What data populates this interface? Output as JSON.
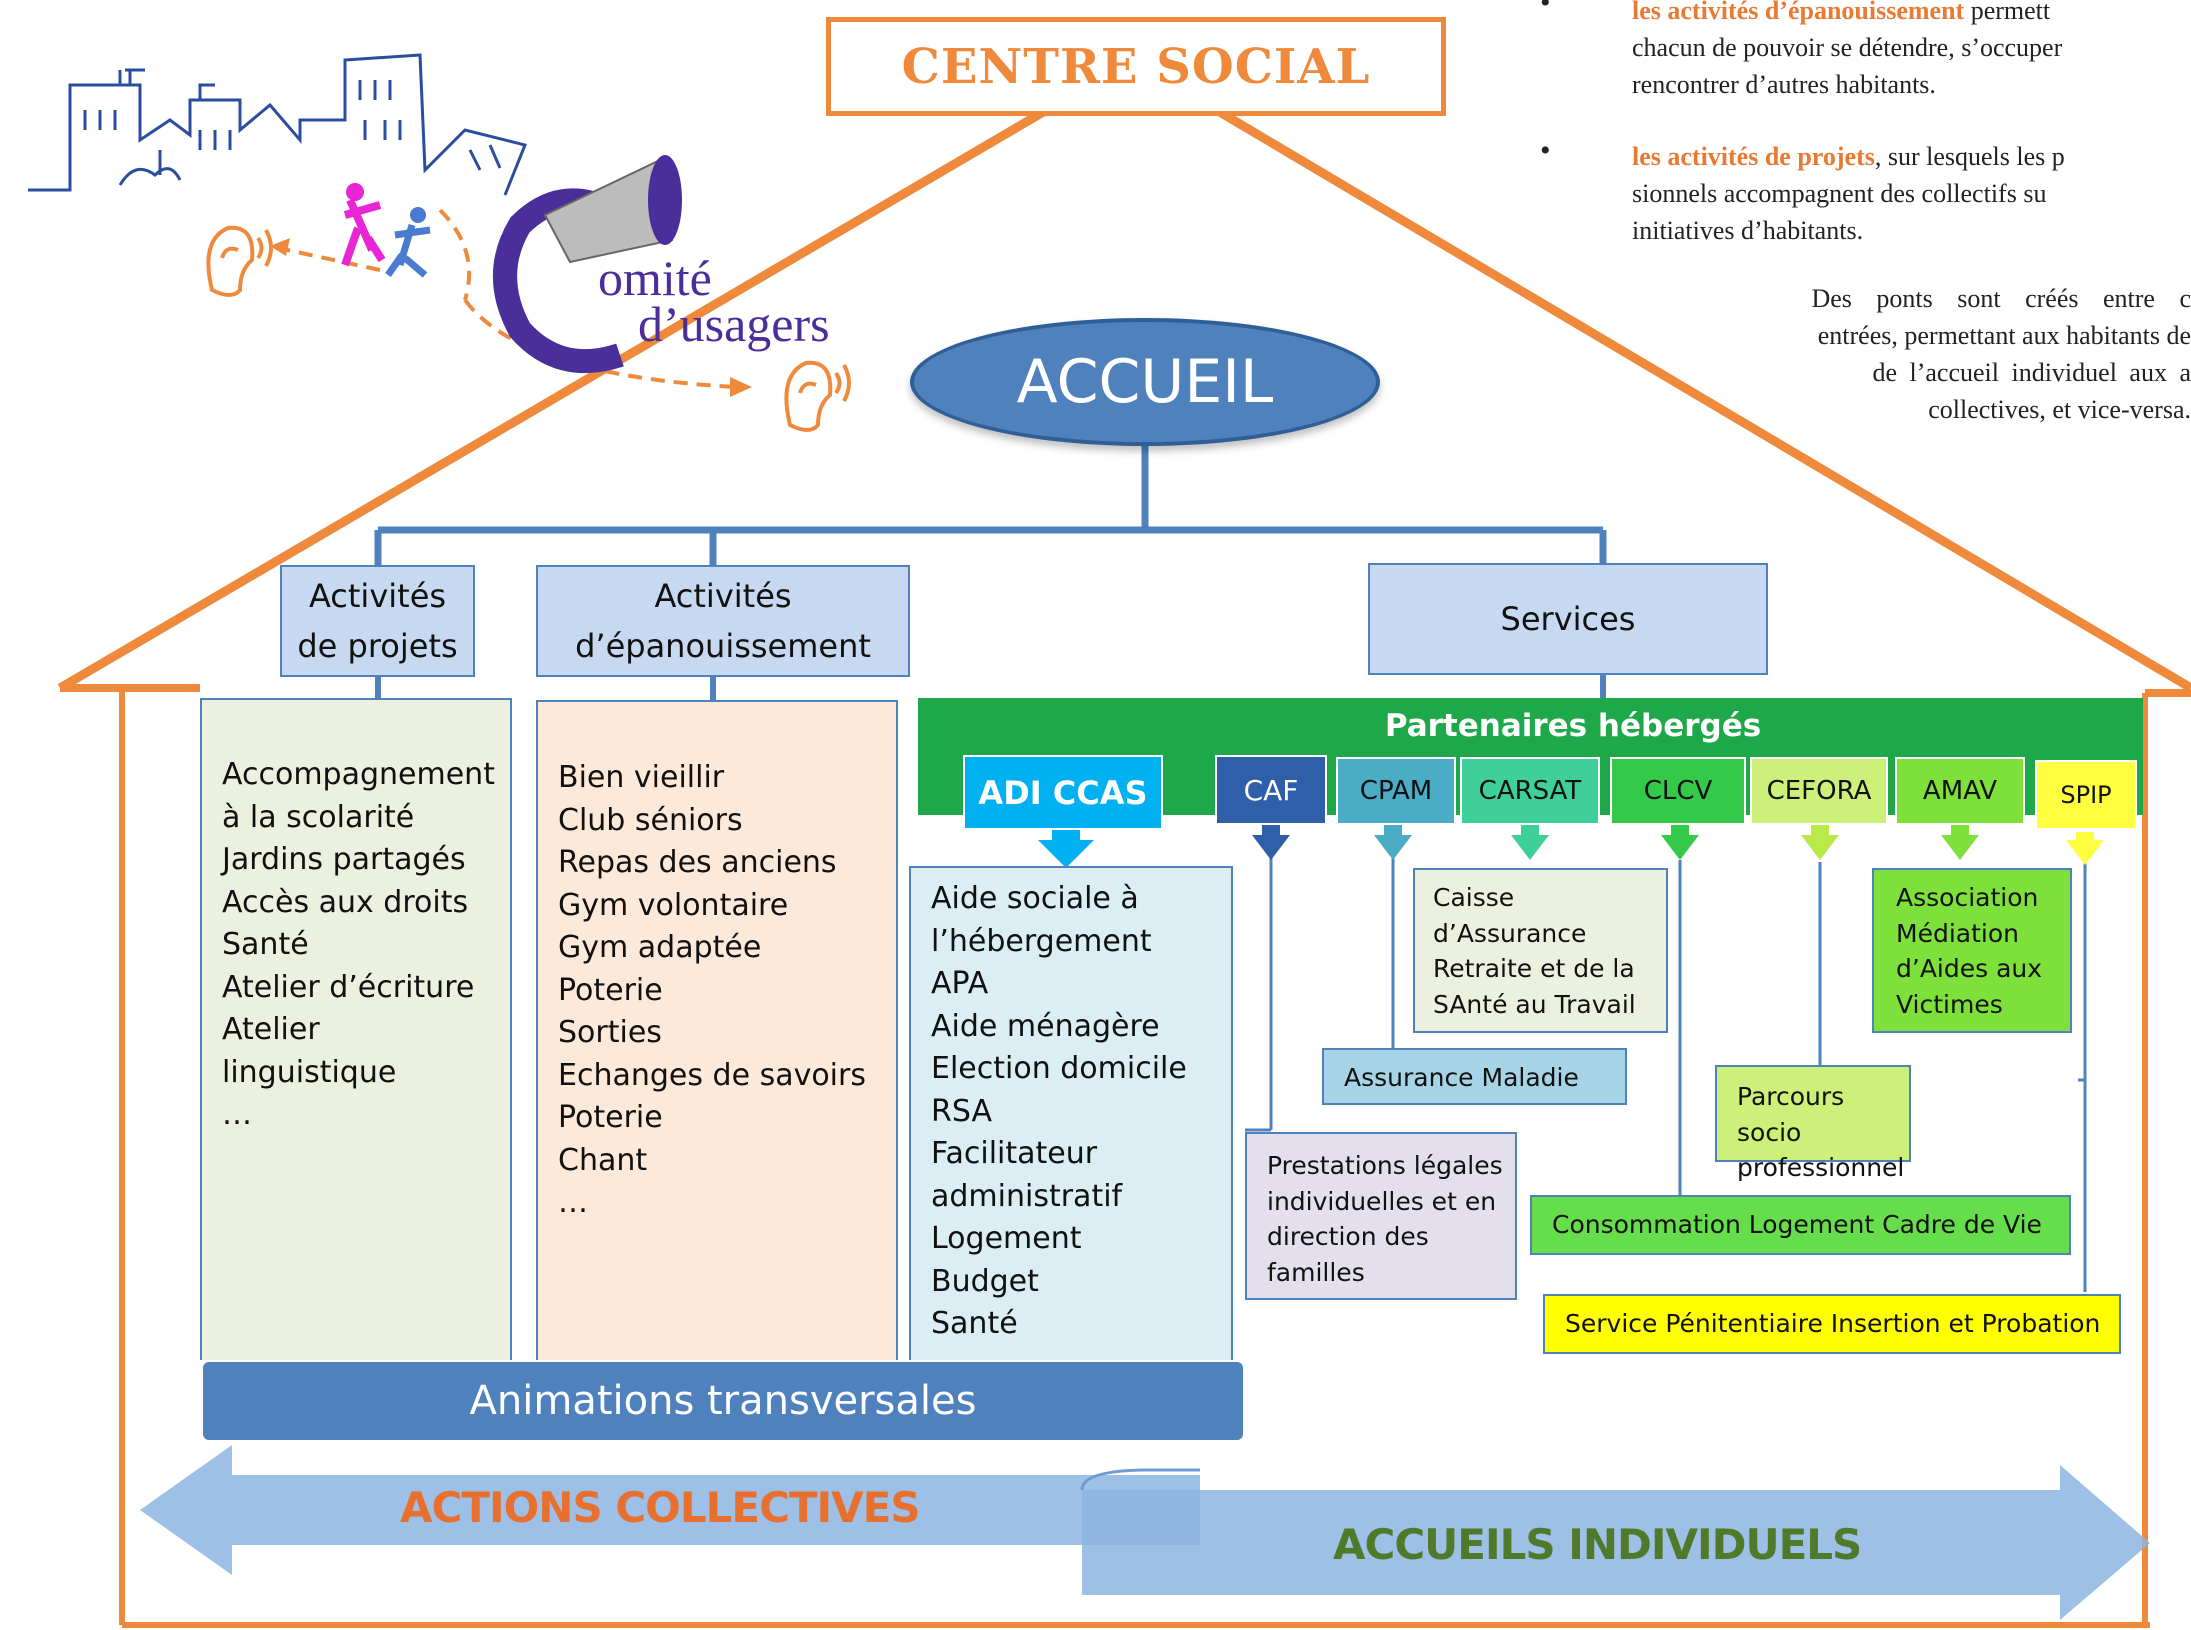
{
  "title": "CENTRE SOCIAL",
  "comite": {
    "line1": "omité",
    "line2": "d’usagers"
  },
  "accueil": "ACCUEIL",
  "side_text": {
    "item1_bold": "les activités d’épanouissement",
    "item1_rest": " permett",
    "item1_line2": "chacun de pouvoir se détendre, s’occuper",
    "item1_line3": "rencontrer d’autres habitants.",
    "item2_bold": "les activités de projets",
    "item2_rest": ", sur lesquels les p",
    "item2_line2": "sionnels accompagnent des collectifs su",
    "item2_line3": "initiatives d’habitants.",
    "para_line1": "Des ponts sont créés entre c",
    "para_line2": "entrées, permettant aux habitants de",
    "para_line3": "de l’accueil individuel aux a",
    "para_line4": "collectives, et vice-versa."
  },
  "columns": {
    "projets": {
      "header": "Activités\nde projets",
      "items": "Accompagnement\nà la scolarité\nJardins partagés\nAccès aux droits\nSanté\nAtelier d’écriture\nAtelier\nlinguistique\n…"
    },
    "epanouissement": {
      "header": "Activités\nd’épanouissement",
      "items": "Bien vieillir\nClub séniors\nRepas des anciens\nGym volontaire\nGym adaptée\nPoterie\nSorties\nEchanges de savoirs\nPoterie\nChant\n…"
    },
    "services": {
      "header": "Services"
    }
  },
  "partenaires": {
    "title": "Partenaires hébergés",
    "adi": "ADI CCAS",
    "adi_items": "Aide sociale à\nl’hébergement\nAPA\nAide ménagère\nElection domicile\nRSA\nFacilitateur\nadministratif\nLogement\nBudget\nSanté",
    "tabs": [
      "CAF",
      "CPAM",
      "CARSAT",
      "CLCV",
      "CEFORA",
      "AMAV",
      "SPIP"
    ],
    "desc_carsat": "Caisse\nd’Assurance\nRetraite et de la\nSAnté au Travail",
    "desc_amav": "Association\nMédiation\nd’Aides aux\nVictimes",
    "desc_cpam": "Assurance Maladie",
    "desc_cefora": "Parcours socio\nprofessionnel",
    "desc_caf": "Prestations légales\nindividuelles et en\ndirection des\nfamilles",
    "desc_clcv": "Consommation Logement Cadre de Vie",
    "desc_spip": "Service Pénitentiaire Insertion et Probation"
  },
  "animations": "Animations transversales",
  "actions_collectives": "ACTIONS COLLECTIVES",
  "accueils_individuels": "ACCUEILS INDIVIDUELS",
  "colors": {
    "orange": "#ef8a3c",
    "blue_header": "#c6d9f0",
    "blue_dark": "#4f81bd",
    "green": "#1ea84a"
  }
}
